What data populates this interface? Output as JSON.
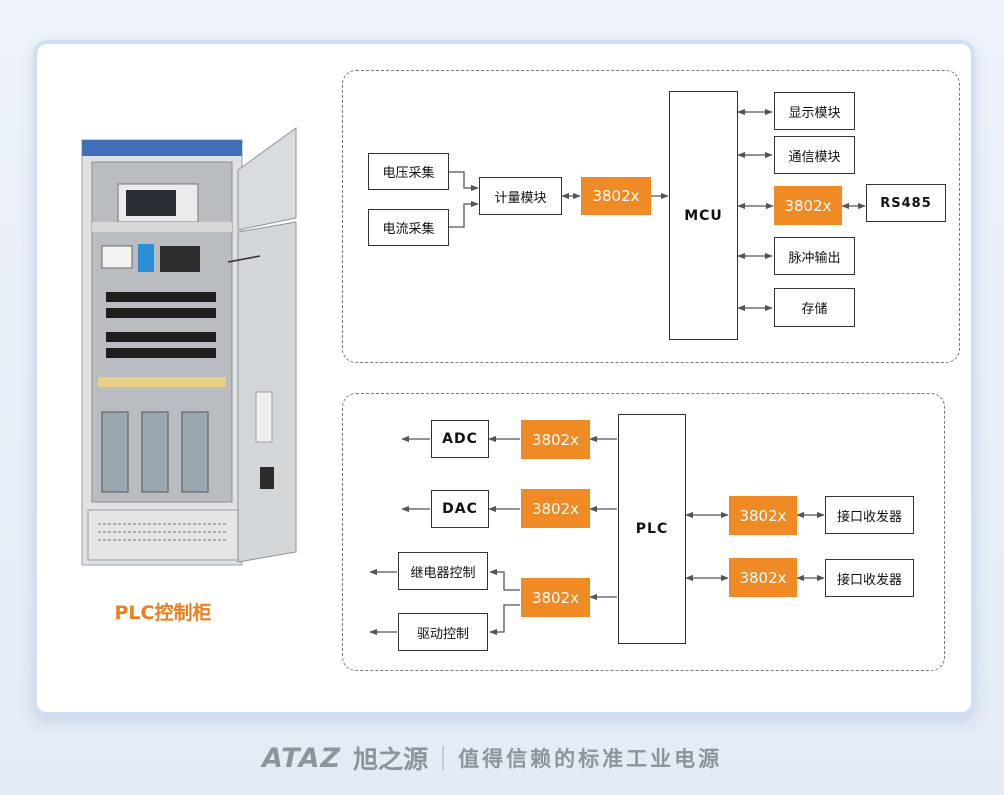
{
  "cabinet": {
    "label": "PLC控制柜"
  },
  "top_diagram": {
    "inputs": [
      "电压采集",
      "电流采集"
    ],
    "meter": "计量模块",
    "chip_left": "3802x",
    "mcu": "MCU",
    "outputs": [
      "显示模块",
      "通信模块",
      "脉冲输出",
      "存储"
    ],
    "chip_right": "3802x",
    "rs485": "RS485"
  },
  "bottom_diagram": {
    "adc": "ADC",
    "dac": "DAC",
    "chip_adc": "3802x",
    "chip_dac": "3802x",
    "chip_relay": "3802x",
    "relay": "继电器控制",
    "drive": "驱动控制",
    "plc": "PLC",
    "chip_tr1": "3802x",
    "chip_tr2": "3802x",
    "transceiver1": "接口收发器",
    "transceiver2": "接口收发器"
  },
  "footer": {
    "logo_en": "ATAZ",
    "logo_cn": "旭之源",
    "slogan": "值得信赖的标准工业电源"
  },
  "colors": {
    "accent": "#f08a24",
    "card_border": "#cfe0f5",
    "footer_text": "#8f949b"
  }
}
